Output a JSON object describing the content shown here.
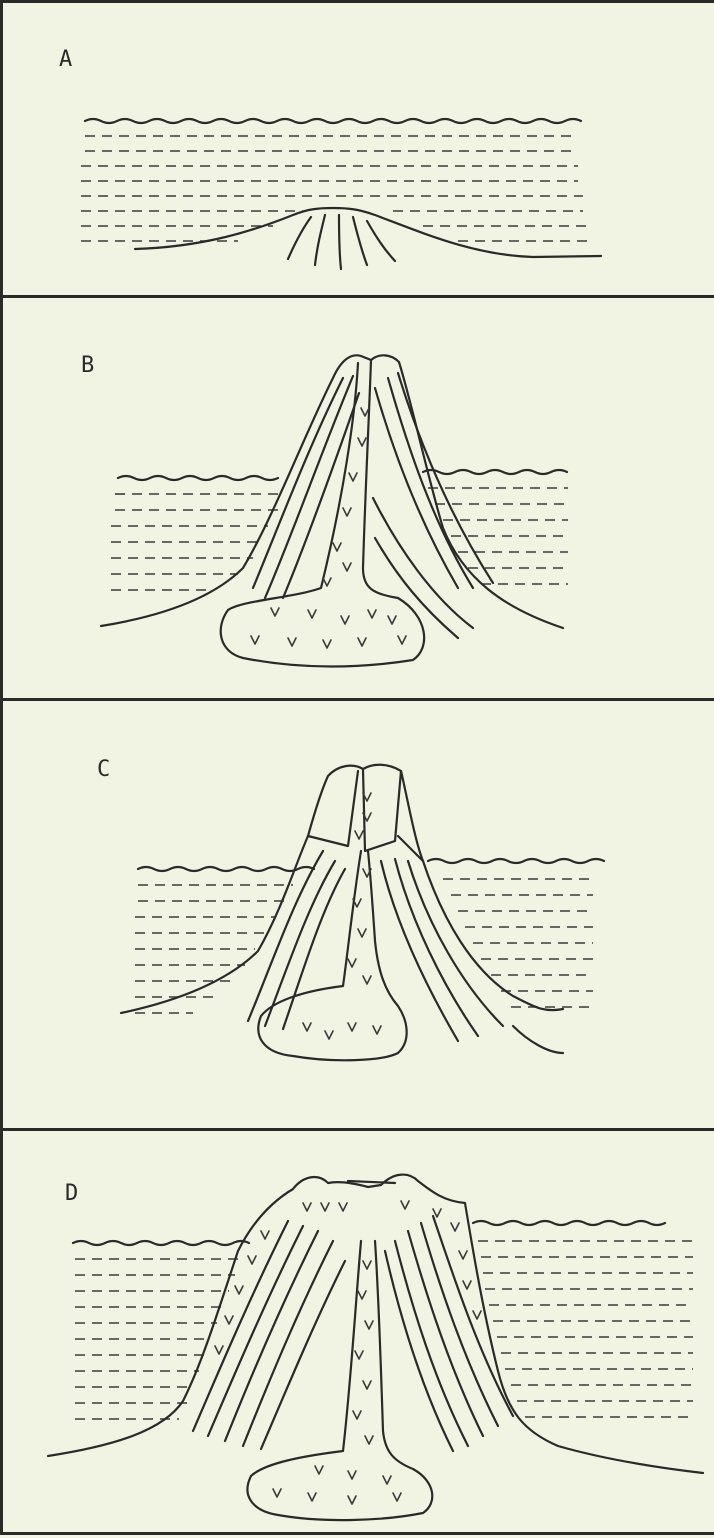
{
  "colors": {
    "background": "#f1f4e3",
    "ink": "#2a2a2a",
    "frame": "#2a2a2a"
  },
  "panels": [
    {
      "label": "A"
    },
    {
      "label": "B"
    },
    {
      "label": "C"
    },
    {
      "label": "D"
    }
  ]
}
